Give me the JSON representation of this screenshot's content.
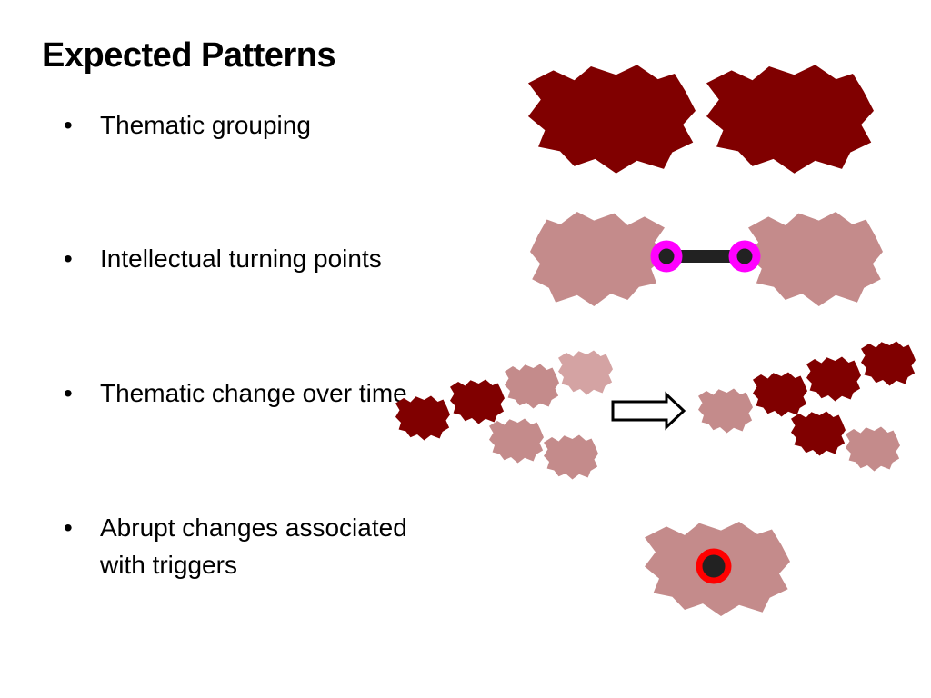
{
  "slide": {
    "title": "Expected Patterns",
    "bullets": [
      {
        "marker": "•",
        "text": "Thematic grouping"
      },
      {
        "marker": "•",
        "text": "Intellectual turning points"
      },
      {
        "marker": "•",
        "text": "Thematic change over time"
      },
      {
        "marker": "•",
        "text": "Abrupt changes associated\nwith triggers"
      }
    ]
  },
  "colors": {
    "dark_blob": "#800000",
    "medium_blob": "#c48b8b",
    "light_blob": "#d4a3a3",
    "node_dark": "#222222",
    "node_ring_turning_point": "#ff00ff",
    "node_ring_trigger": "#ff0000",
    "arrow_stroke": "#000000"
  },
  "icons": {
    "thematic_group": "blob-cluster",
    "turning_point": "linked-nodes",
    "change_arrow": "right-arrow-outline",
    "trigger": "ringed-node"
  }
}
